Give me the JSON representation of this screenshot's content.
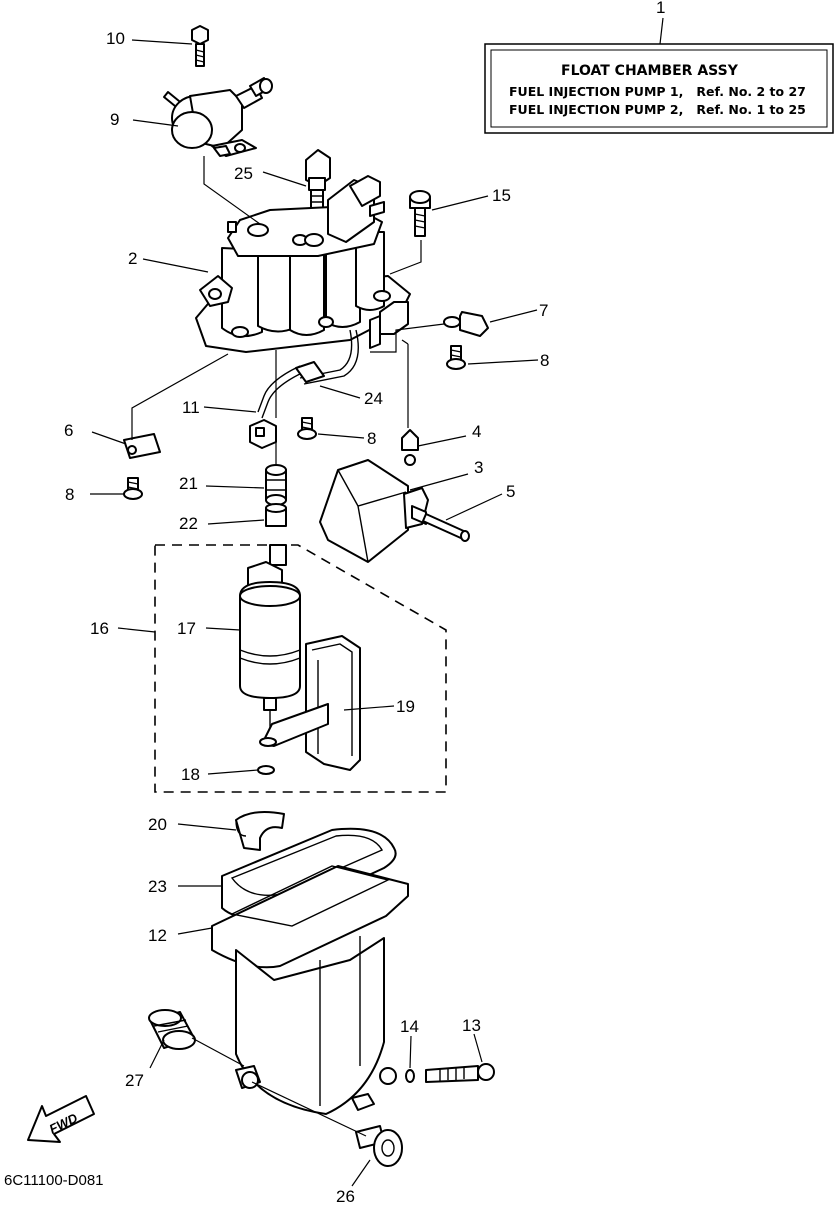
{
  "title_box": {
    "ref": "1",
    "title": "FLOAT CHAMBER ASSY",
    "line1": "FUEL INJECTION PUMP 1,   Ref. No. 2 to 27",
    "line2": "FUEL INJECTION PUMP 2,   Ref. No. 1 to 25"
  },
  "callouts": {
    "c10": "10",
    "c9": "9",
    "c25": "25",
    "c15": "15",
    "c2": "2",
    "c7": "7",
    "c8a": "8",
    "c11": "11",
    "c24": "24",
    "c6": "6",
    "c8b": "8",
    "c4": "4",
    "c8c": "8",
    "c3": "3",
    "c21": "21",
    "c5": "5",
    "c22": "22",
    "c16": "16",
    "c17": "17",
    "c19": "19",
    "c18": "18",
    "c20": "20",
    "c23": "23",
    "c12": "12",
    "c14": "14",
    "c13": "13",
    "c27": "27",
    "c26": "26"
  },
  "fwd_label": "FWD",
  "drawing_code": "6C11100-D081"
}
